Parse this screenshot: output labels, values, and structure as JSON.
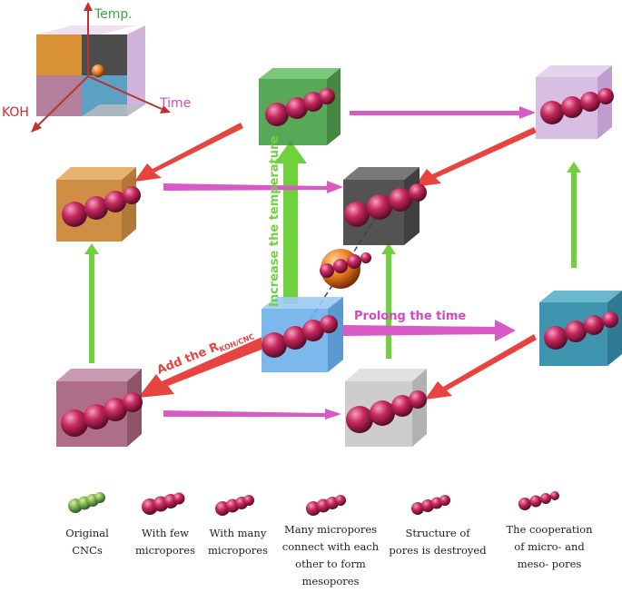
{
  "axes": {
    "temp_label": "Temp.",
    "koh_label": "KOH",
    "time_label": "Time"
  },
  "flow_labels": {
    "increase_temperature": "Increase the temperature",
    "prolong_time": "Prolong the time",
    "add_ratio_main": "Add the R",
    "add_ratio_sub": "KOH/CNC"
  },
  "legend": [
    {
      "label_lines": [
        "Original",
        "CNCs"
      ],
      "icon": "original-cncs-icon"
    },
    {
      "label_lines": [
        "With few",
        "micropores"
      ],
      "icon": "few-micropores-icon"
    },
    {
      "label_lines": [
        "With many",
        "micropores"
      ],
      "icon": "many-micropores-icon"
    },
    {
      "label_lines": [
        "Many micropores",
        "connect with each",
        "other to form",
        "mesopores"
      ],
      "icon": "mesopores-icon"
    },
    {
      "label_lines": [
        "Structure of",
        "pores is destroyed"
      ],
      "icon": "destroyed-pores-icon"
    },
    {
      "label_lines": [
        "The cooperation",
        "of micro- and",
        "meso- pores"
      ],
      "icon": "micro-meso-icon"
    }
  ],
  "colors": {
    "temp_arrow": "#6fd13c",
    "time_arrow": "#d85ac4",
    "koh_arrow": "#e8443f",
    "particle": "#c8285e",
    "cube_green": "#3a9a3a",
    "cube_purple": "#c9a8d8",
    "cube_brown": "#c67a22",
    "cube_dark": "#404040",
    "cube_blue": "#6aaee8",
    "cube_teal": "#2a8aa6",
    "cube_maroon": "#9a4a6a",
    "cube_gray": "#c4c4c4"
  }
}
